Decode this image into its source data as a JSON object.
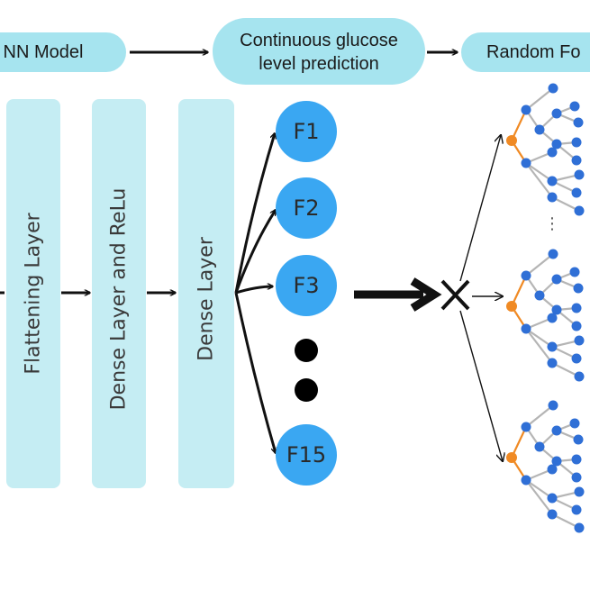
{
  "top_flow": {
    "left_pill": "NN Model",
    "middle_pill_line1": "Continuous glucose",
    "middle_pill_line2": "level prediction",
    "right_pill": "Random Fo"
  },
  "layers": [
    {
      "label": "Flattening Layer"
    },
    {
      "label": "Dense Layer and ReLu"
    },
    {
      "label": "Dense Layer"
    }
  ],
  "features": [
    "F1",
    "F2",
    "F3",
    "F15"
  ],
  "tree_gap_marker": "⋮",
  "colors": {
    "pill_fill": "#a6e4ef",
    "layer_fill": "#c5edf3",
    "feature_fill": "#3aa7f2",
    "tree_root": "#f08a24",
    "tree_node": "#2f6fd6",
    "tree_edge": "#b5b5b5",
    "arrow": "#111111"
  }
}
